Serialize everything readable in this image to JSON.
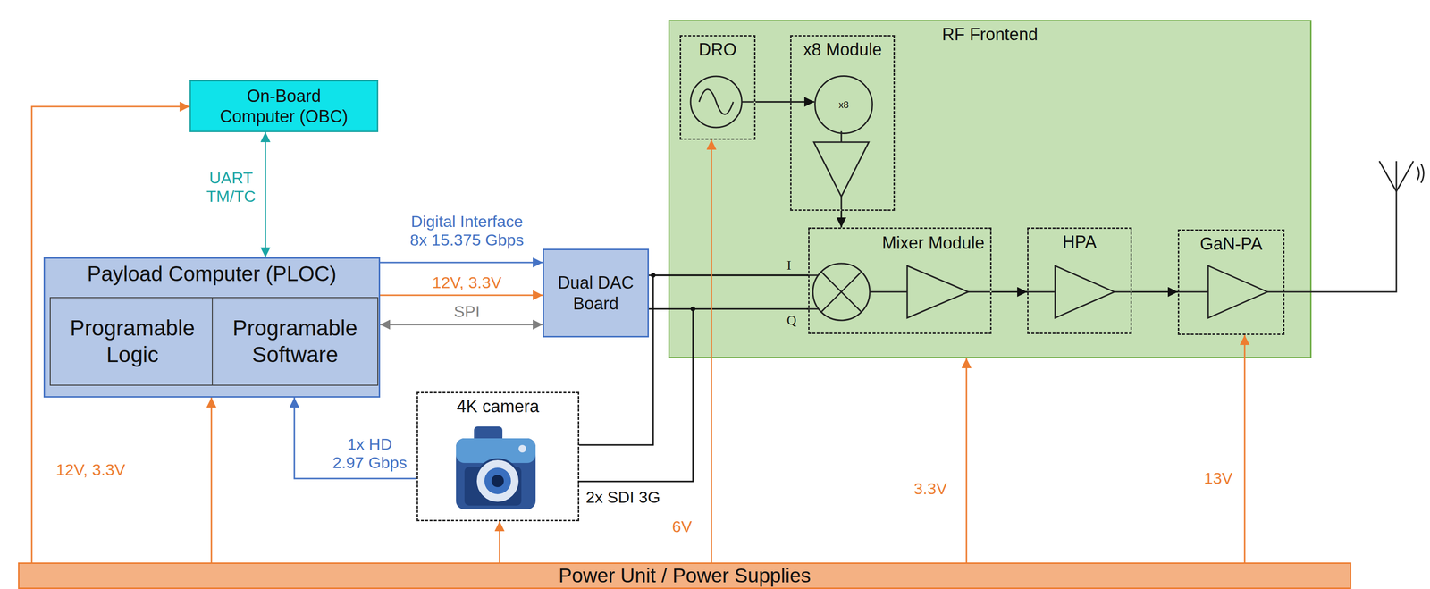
{
  "diagram": {
    "nodes": [
      {
        "text": [
          "On-Board Computer (OBC)"
        ]
      },
      {
        "text": [
          "Payload Computer (PLOC)"
        ]
      },
      {
        "text": [
          "Programable Logic"
        ],
        "in": 1
      },
      {
        "text": [
          "Programable Software"
        ],
        "in": 1
      },
      {
        "text": [
          "Dual DAC Board"
        ]
      },
      {
        "text": [
          "4K camera"
        ]
      },
      {
        "text": [
          "RF Frontend"
        ]
      },
      {
        "text": [
          "DRO"
        ],
        "in": 6
      },
      {
        "text": [
          "x8 Module"
        ],
        "in": 6
      },
      {
        "text": [
          "x8"
        ],
        "in": 8
      },
      {
        "text": [
          "Mixer Module"
        ],
        "in": 6
      },
      {
        "text": [
          "HPA"
        ],
        "in": 6
      },
      {
        "text": [
          "GaN-PA"
        ],
        "in": 6
      },
      {
        "text": [
          "Power Unit / Power Supplies"
        ]
      }
    ],
    "edges": [
      {
        "from": 0,
        "to": 1,
        "label": "UART TM/TC",
        "arrow": "both"
      },
      {
        "from": 1,
        "to": 4,
        "label": "Digital Interface 8x 15.375 Gbps",
        "arrow": "to"
      },
      {
        "from": 1,
        "to": 4,
        "label": "12V, 3.3V",
        "arrow": "to"
      },
      {
        "from": 1,
        "to": 4,
        "label": "SPI",
        "arrow": "both"
      },
      {
        "from": 5,
        "to": 1,
        "label": "1x HD 2.97 Gbps",
        "arrow": "to"
      },
      {
        "from": 4,
        "to": 10,
        "label": "I",
        "arrow": "none"
      },
      {
        "from": 4,
        "to": 10,
        "label": "Q",
        "arrow": "none"
      },
      {
        "from": 5,
        "to": 10,
        "label": "2x SDI 3G",
        "arrow": "none"
      },
      {
        "from": 7,
        "to": 9,
        "arrow": "to"
      },
      {
        "from": 8,
        "to": 10,
        "arrow": "to"
      },
      {
        "from": 10,
        "to": 11,
        "arrow": "to"
      },
      {
        "from": 11,
        "to": 12,
        "arrow": "to"
      },
      {
        "from": 13,
        "to": 0,
        "arrow": "to"
      },
      {
        "from": 13,
        "to": 1,
        "label": "12V, 3.3V",
        "arrow": "to"
      },
      {
        "from": 13,
        "to": 5,
        "arrow": "to"
      },
      {
        "from": 13,
        "to": 7,
        "label": "6V",
        "arrow": "to"
      },
      {
        "from": 13,
        "to": 6,
        "label": "3.3V",
        "arrow": "to"
      },
      {
        "from": 13,
        "to": 12,
        "label": "13V",
        "arrow": "to"
      }
    ]
  }
}
